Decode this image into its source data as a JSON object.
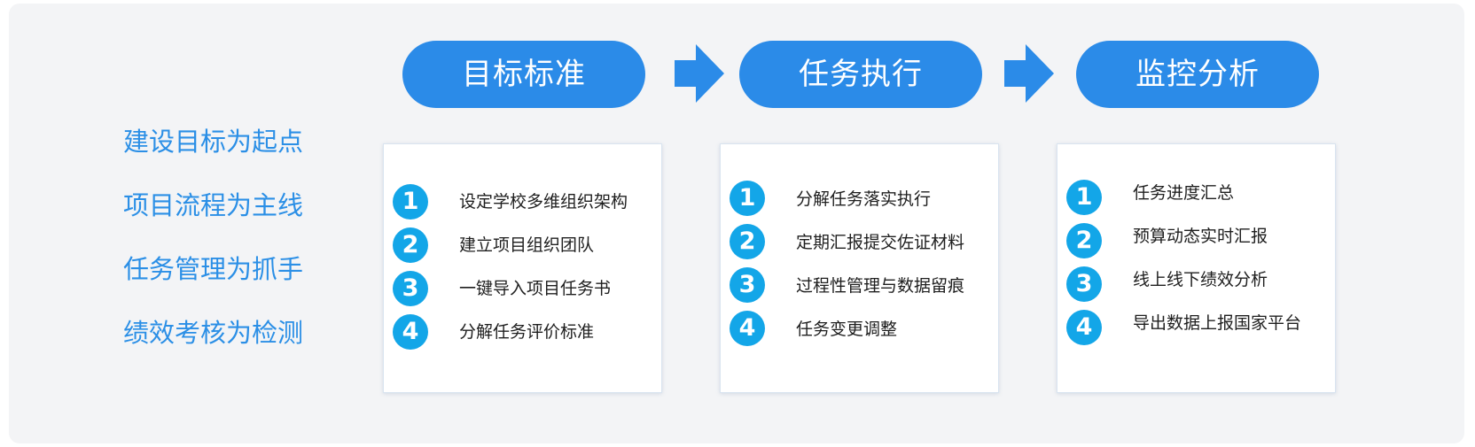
{
  "principles": [
    "建设目标为起点",
    "项目流程为主线",
    "任务管理为抓手",
    "绩效考核为检测"
  ],
  "stages": [
    {
      "title": "目标标准",
      "steps": [
        {
          "number": "1",
          "text": "设定学校多维组织架构"
        },
        {
          "number": "2",
          "text": "建立项目组织团队"
        },
        {
          "number": "3",
          "text": "一键导入项目任务书"
        },
        {
          "number": "4",
          "text": "分解任务评价标准"
        }
      ]
    },
    {
      "title": "任务执行",
      "steps": [
        {
          "number": "1",
          "text": "分解任务落实执行"
        },
        {
          "number": "2",
          "text": "定期汇报提交佐证材料"
        },
        {
          "number": "3",
          "text": "过程性管理与数据留痕"
        },
        {
          "number": "4",
          "text": "任务变更调整"
        }
      ]
    },
    {
      "title": "监控分析",
      "steps": [
        {
          "number": "1",
          "text": "任务进度汇总"
        },
        {
          "number": "2",
          "text": "预算动态实时汇报"
        },
        {
          "number": "3",
          "text": "线上线下绩效分析"
        },
        {
          "number": "4",
          "text": "导出数据上报国家平台"
        }
      ]
    }
  ],
  "colors": {
    "pill": "#2b8be8",
    "arrow": "#2b8be8",
    "badge": "#13a6e8",
    "principle_text": "#2b8fe6"
  },
  "icons": {
    "flow_arrow": "right-arrow-icon"
  }
}
